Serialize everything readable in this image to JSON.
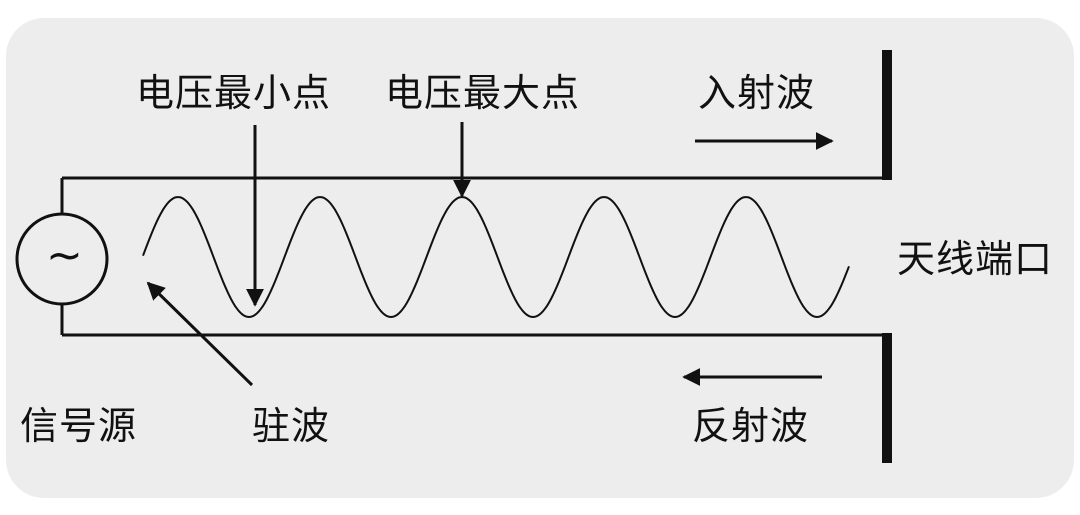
{
  "labels": {
    "voltage_min": "电压最小点",
    "voltage_max": "电压最大点",
    "incident_wave": "入射波",
    "antenna_port": "天线端口",
    "signal_source": "信号源",
    "standing_wave": "驻波",
    "reflected_wave": "反射波",
    "source_symbol": "~"
  },
  "colors": {
    "panel_background": "#ededed",
    "stroke": "#111111"
  },
  "icons": {
    "source": "ac-source-icon"
  }
}
